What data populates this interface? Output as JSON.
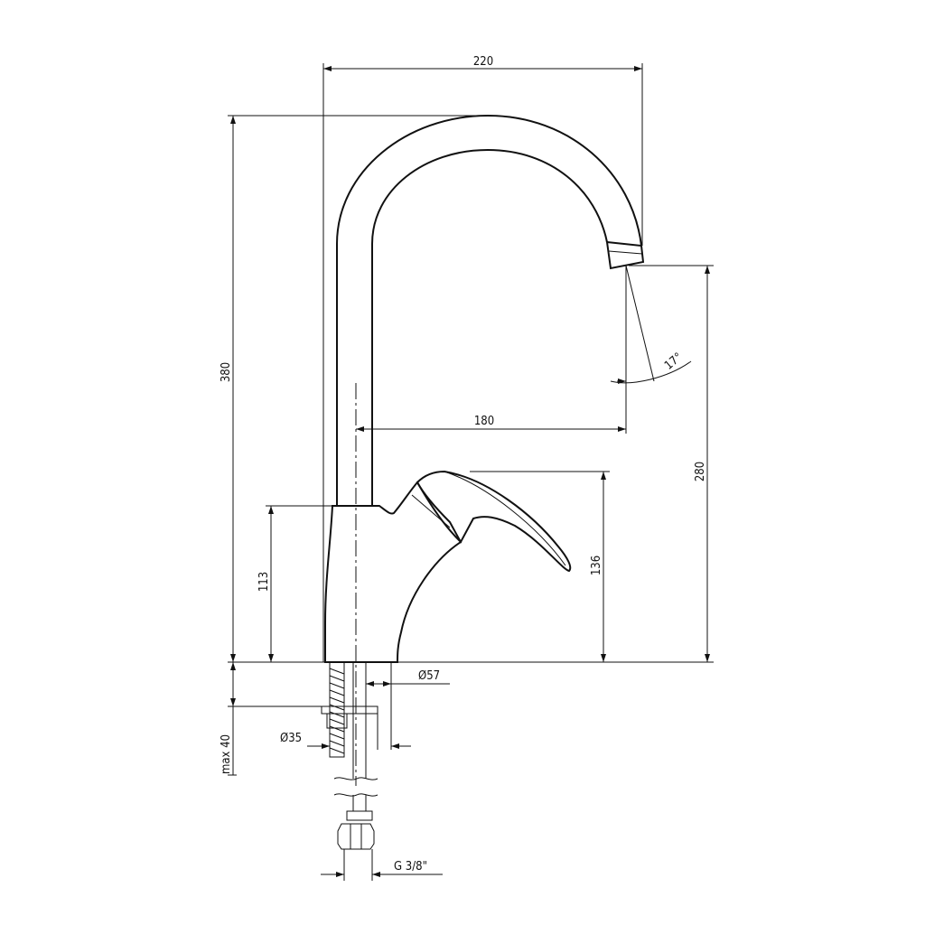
{
  "dimensions": {
    "overall_width": "220",
    "overall_height": "380",
    "spout_reach": "180",
    "spout_height": "280",
    "handle_height": "136",
    "body_height": "113",
    "spray_angle": "17°",
    "base_diameter": "Ø57",
    "hole_diameter": "Ø35",
    "max_thickness": "max 40",
    "connection": "G 3/8\""
  }
}
